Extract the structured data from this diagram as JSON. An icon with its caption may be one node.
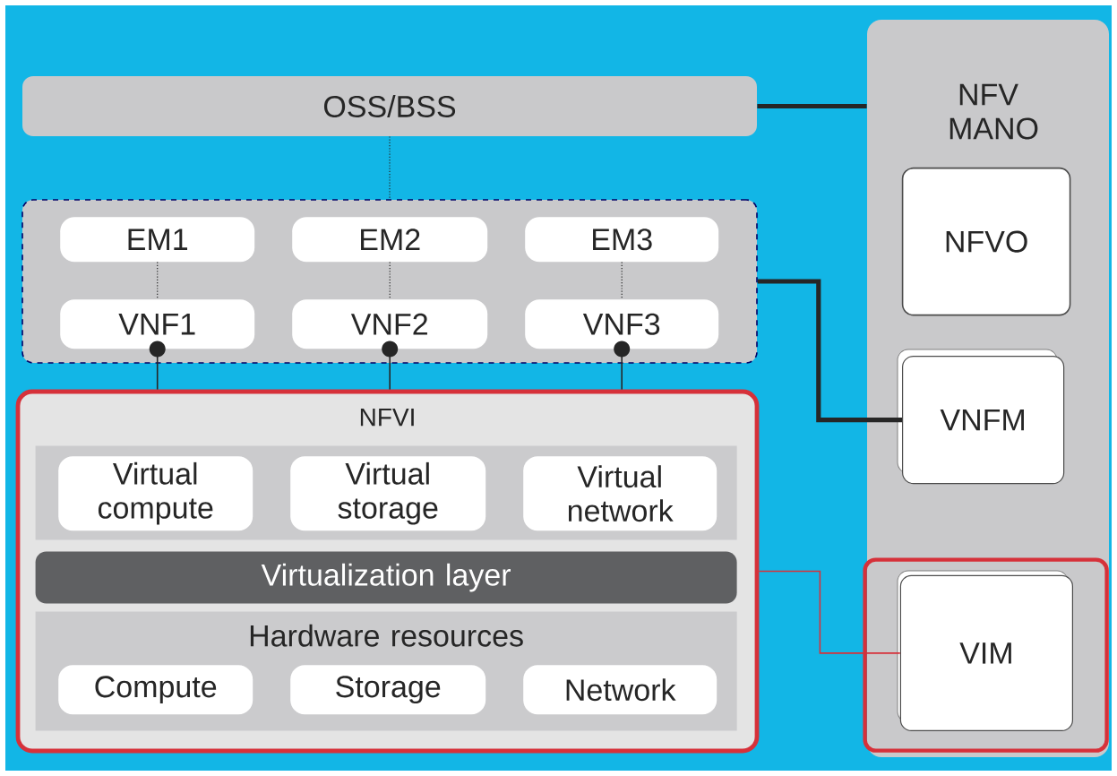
{
  "diagram": {
    "nodes": [
      {
        "text": [
          "OSS/BSS"
        ]
      },
      {
        "text": [
          "NFV MANO"
        ]
      },
      {
        "text": [
          "NFVO"
        ],
        "in": 1
      },
      {
        "text": [
          "VNFM"
        ],
        "in": 1
      },
      {
        "text": [],
        "shape": "box",
        "in": 1
      },
      {
        "text": [
          "VIM"
        ],
        "in": 4
      },
      {
        "text": [],
        "shape": "box"
      },
      {
        "text": [
          "EM1"
        ],
        "in": 6
      },
      {
        "text": [
          "EM2"
        ],
        "in": 6
      },
      {
        "text": [
          "EM3"
        ],
        "in": 6
      },
      {
        "text": [
          "VNF1"
        ],
        "in": 6
      },
      {
        "text": [
          "VNF2"
        ],
        "in": 6
      },
      {
        "text": [
          "VNF3"
        ],
        "in": 6
      },
      {
        "text": [
          "NFVI"
        ]
      },
      {
        "text": [],
        "shape": "box",
        "in": 13
      },
      {
        "text": [
          "Virtual compute"
        ],
        "in": 14
      },
      {
        "text": [
          "Virtual storage"
        ],
        "in": 14
      },
      {
        "text": [
          "Virtual network"
        ],
        "in": 14
      },
      {
        "text": [
          "Virtualization layer"
        ],
        "in": 13
      },
      {
        "text": [
          "Hardware resources"
        ],
        "in": 13
      },
      {
        "text": [
          "Compute"
        ],
        "in": 19
      },
      {
        "text": [
          "Storage"
        ],
        "in": 19
      },
      {
        "text": [
          "Network"
        ],
        "in": 19
      }
    ],
    "edges": [
      {
        "from": 0,
        "to": 1,
        "arrow": "none",
        "style": "thick"
      },
      {
        "from": 0,
        "to": 6,
        "arrow": "none",
        "style": "dashed"
      },
      {
        "from": 7,
        "to": 10,
        "arrow": "none",
        "style": "dashed"
      },
      {
        "from": 8,
        "to": 11,
        "arrow": "none",
        "style": "dashed"
      },
      {
        "from": 9,
        "to": 12,
        "arrow": "none",
        "style": "dashed"
      },
      {
        "from": 10,
        "to": 13,
        "arrow": "other"
      },
      {
        "from": 11,
        "to": 13,
        "arrow": "other"
      },
      {
        "from": 12,
        "to": 13,
        "arrow": "other"
      },
      {
        "from": 6,
        "to": 3,
        "arrow": "none",
        "style": "thick"
      },
      {
        "from": 13,
        "to": 5,
        "arrow": "none",
        "color": "#d6313a"
      }
    ]
  }
}
